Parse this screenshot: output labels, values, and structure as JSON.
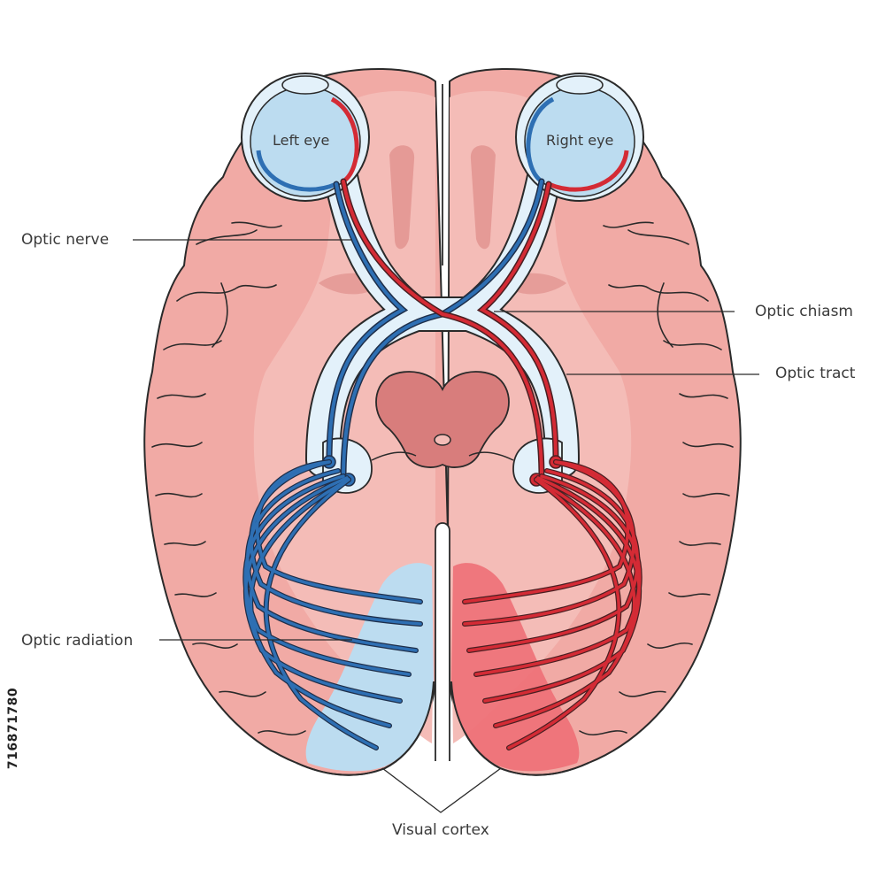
{
  "labels": {
    "left_eye": "Left eye",
    "right_eye": "Right eye",
    "optic_nerve": "Optic nerve",
    "optic_chiasm": "Optic chiasm",
    "optic_tract": "Optic tract",
    "optic_radiation": "Optic radiation",
    "visual_cortex": "Visual cortex"
  },
  "stock_id": "716871780",
  "colors": {
    "brain_fill": "#f1aaa5",
    "brain_light": "#f4bcb7",
    "brain_dark": "#d87d7c",
    "outline": "#2a2a2a",
    "left_pathway": "#2e6fb3",
    "right_pathway": "#d42b35",
    "eye_fill": "#bcdcf0",
    "left_cortex": "#bcdcf0",
    "right_cortex": "#ee6f77",
    "sheath": "#e3f1fa"
  }
}
